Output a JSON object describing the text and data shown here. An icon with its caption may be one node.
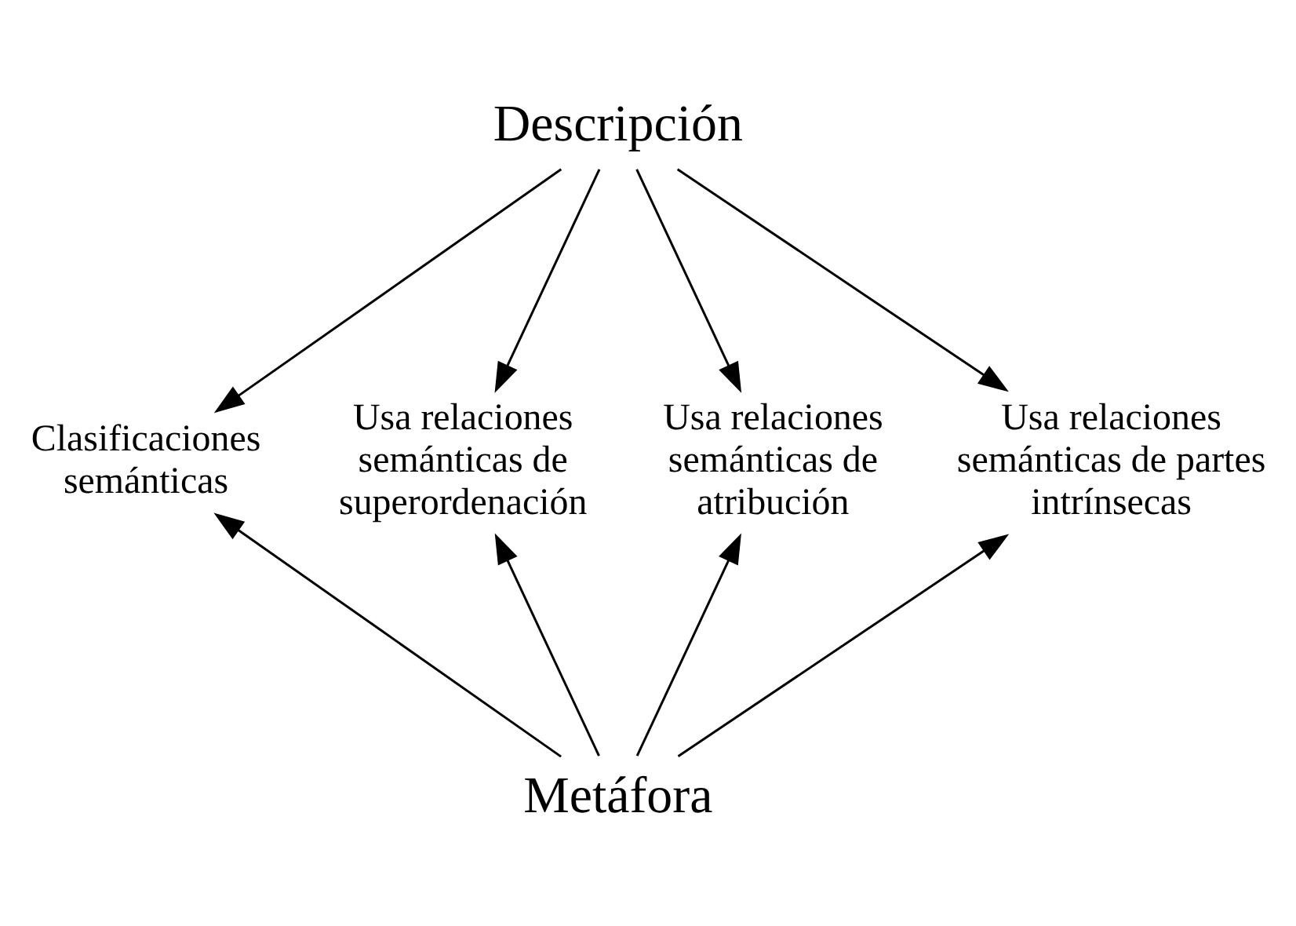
{
  "diagram": {
    "nodes": [
      {
        "text": [
          "Descripción"
        ]
      },
      {
        "text": [
          "Clasificaciones semánticas"
        ]
      },
      {
        "text": [
          "Usa relaciones semánticas de superordenación"
        ]
      },
      {
        "text": [
          "Usa relaciones semánticas de atribución"
        ]
      },
      {
        "text": [
          "Usa relaciones semánticas de partes intrínsecas"
        ]
      },
      {
        "text": [
          "Metáfora"
        ]
      }
    ],
    "edges": [
      {
        "from": 0,
        "to": 1,
        "arrow": "to"
      },
      {
        "from": 0,
        "to": 2,
        "arrow": "to"
      },
      {
        "from": 0,
        "to": 3,
        "arrow": "to"
      },
      {
        "from": 0,
        "to": 4,
        "arrow": "to"
      },
      {
        "from": 5,
        "to": 1,
        "arrow": "to"
      },
      {
        "from": 5,
        "to": 2,
        "arrow": "to"
      },
      {
        "from": 5,
        "to": 3,
        "arrow": "to"
      },
      {
        "from": 5,
        "to": 4,
        "arrow": "to"
      }
    ]
  }
}
